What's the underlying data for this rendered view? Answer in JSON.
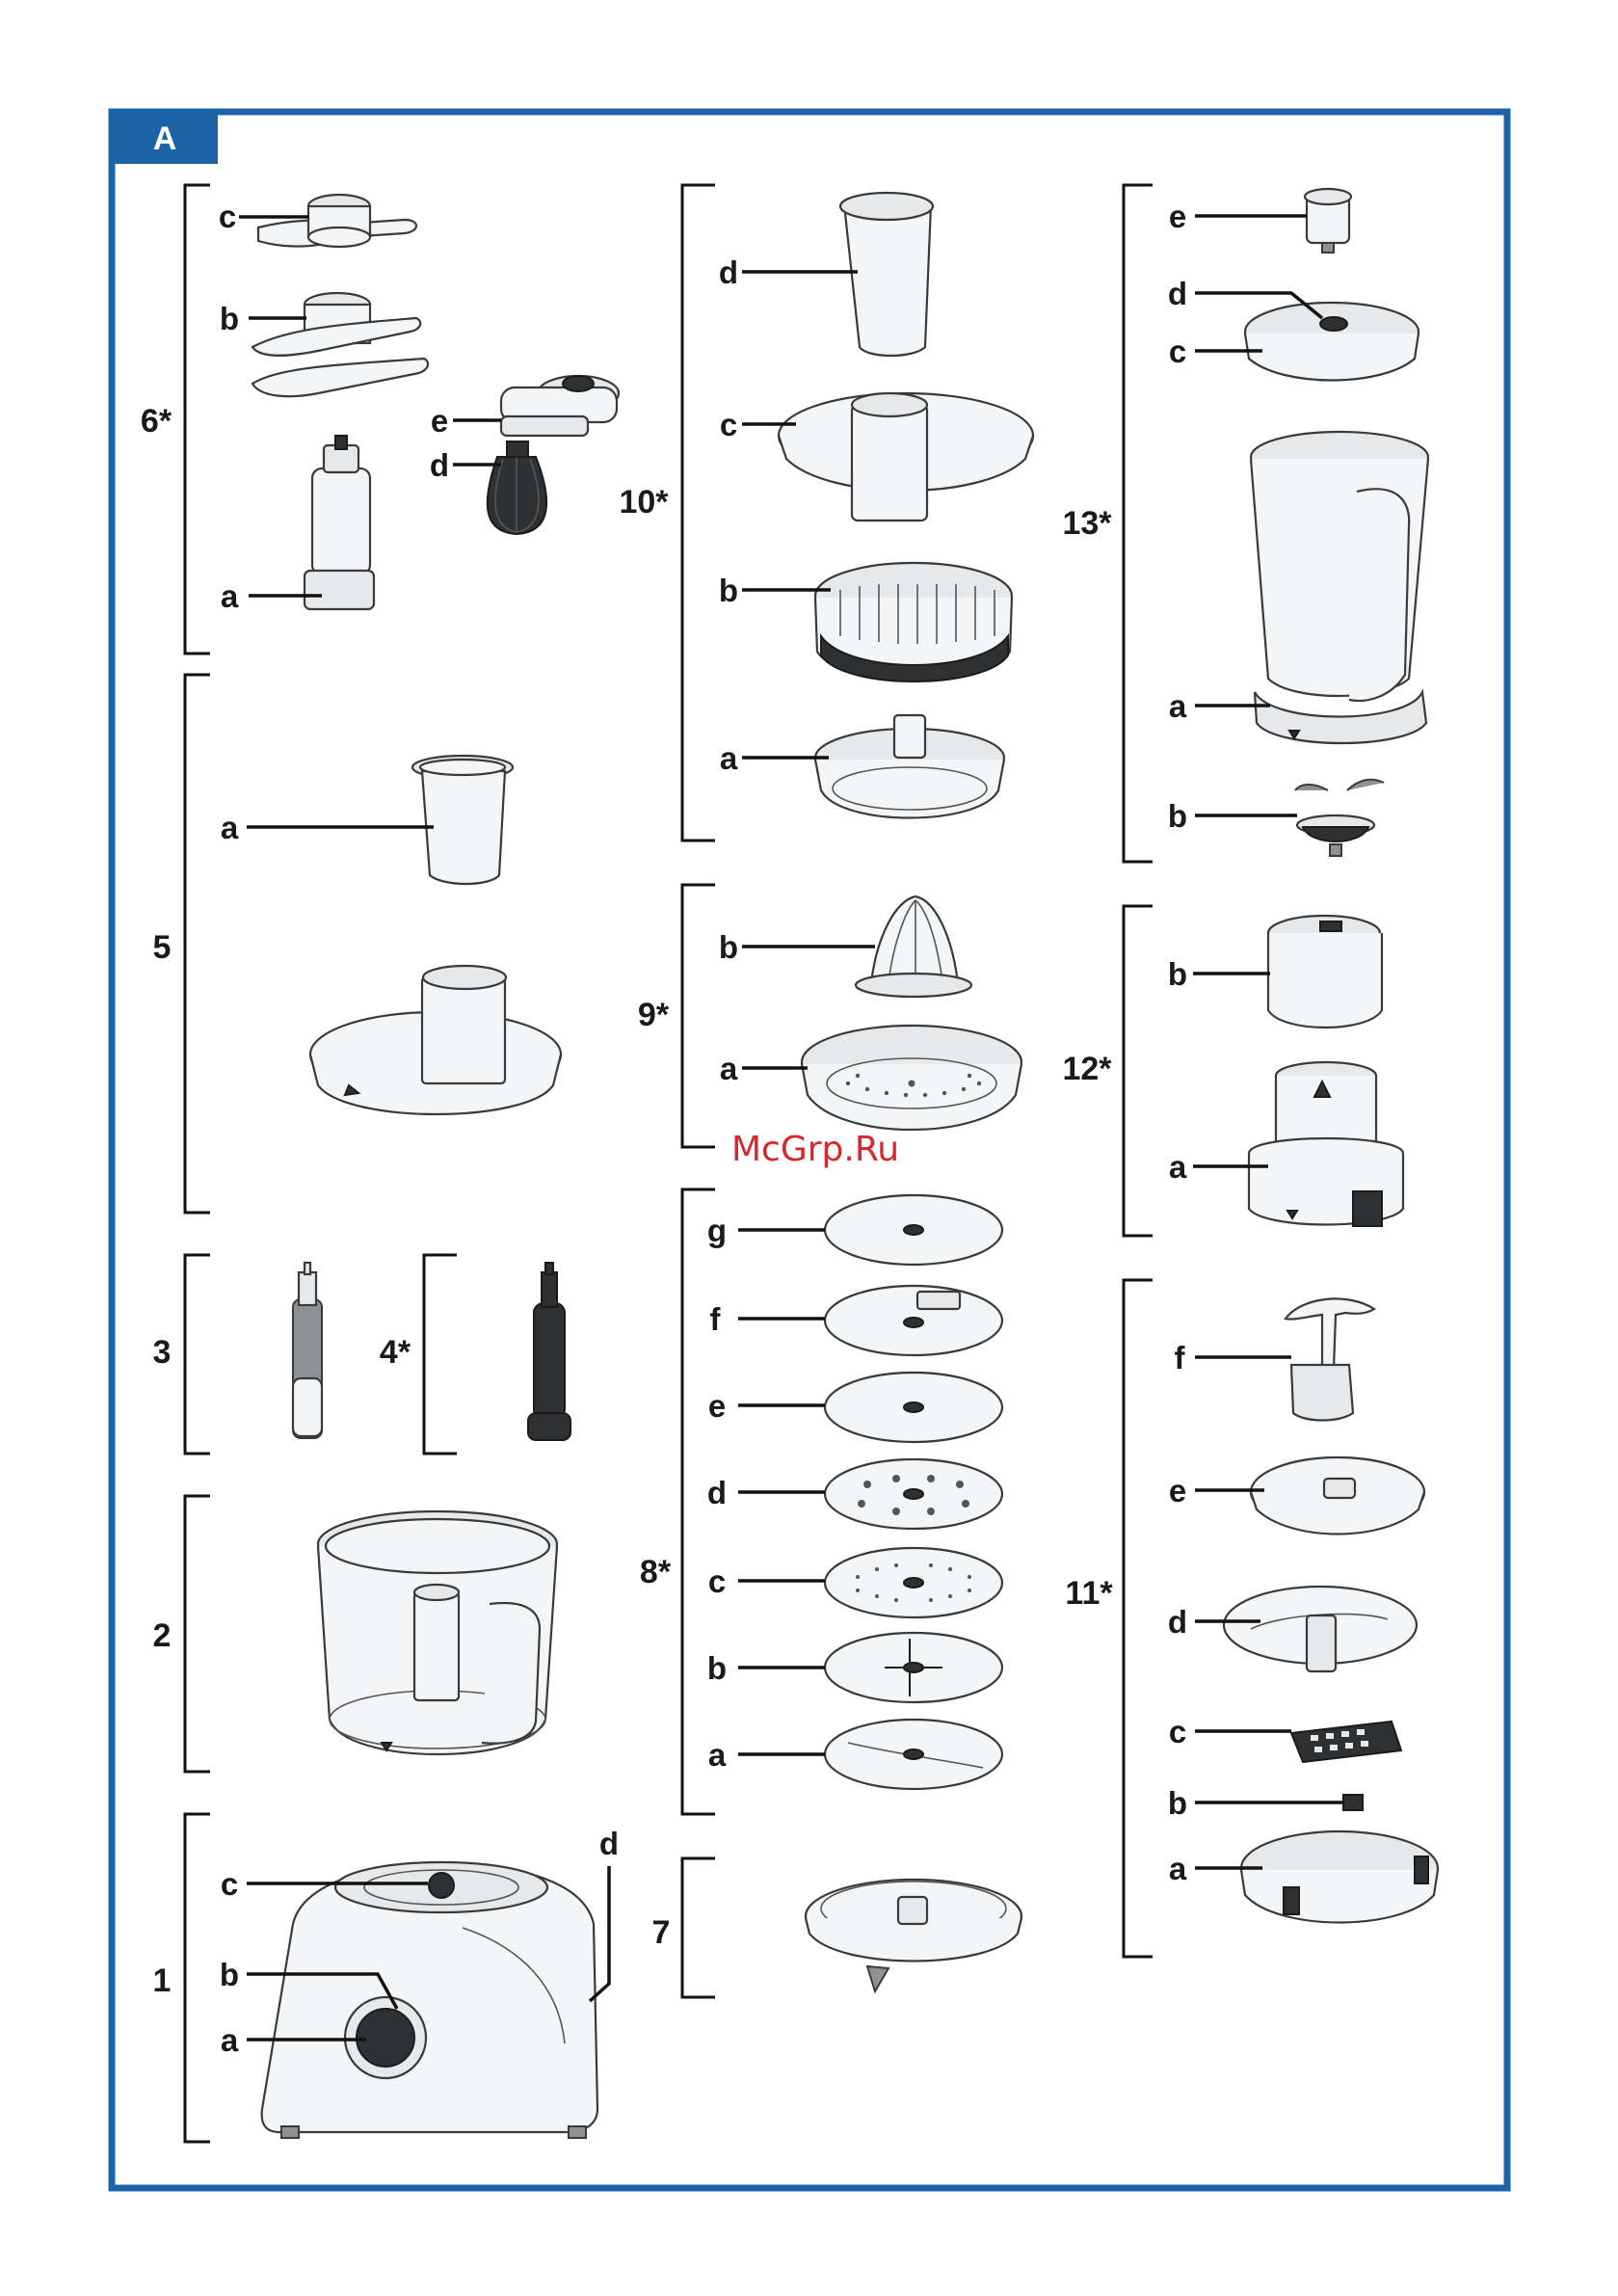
{
  "section_tab": "A",
  "watermark": "McGrp.Ru",
  "groups": {
    "g6": "6*",
    "g5": "5",
    "g3": "3",
    "g4": "4*",
    "g2": "2",
    "g1": "1",
    "g10": "10*",
    "g9": "9*",
    "g8": "8*",
    "g7": "7",
    "g13": "13*",
    "g12": "12*",
    "g11": "11*"
  },
  "labels": {
    "g6_c": "c",
    "g6_b": "b",
    "g6_e": "e",
    "g6_d": "d",
    "g6_a": "a",
    "g5_a": "a",
    "g1_c": "c",
    "g1_b": "b",
    "g1_a": "a",
    "g1_d": "d",
    "g10_d": "d",
    "g10_c": "c",
    "g10_b": "b",
    "g10_a": "a",
    "g9_b": "b",
    "g9_a": "a",
    "g8_g": "g",
    "g8_f": "f",
    "g8_e": "e",
    "g8_d": "d",
    "g8_c": "c",
    "g8_b": "b",
    "g8_a": "a",
    "g13_e": "e",
    "g13_d": "d",
    "g13_c": "c",
    "g13_a": "a",
    "g13_b": "b",
    "g12_b": "b",
    "g12_a": "a",
    "g11_f": "f",
    "g11_e": "e",
    "g11_d": "d",
    "g11_c": "c",
    "g11_b": "b",
    "g11_a": "a"
  },
  "colors": {
    "frame": "#1d63a8",
    "watermark": "#d9262c"
  }
}
